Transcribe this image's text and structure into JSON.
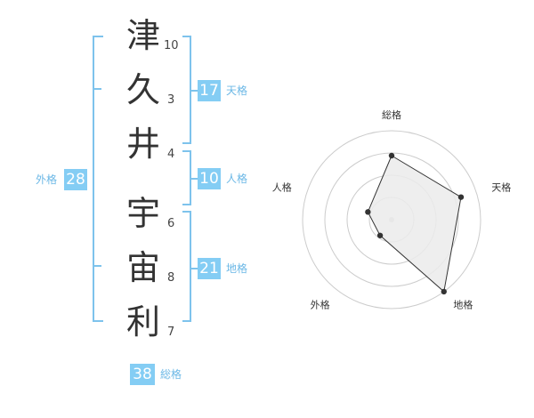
{
  "name": {
    "chars": [
      {
        "char": "津",
        "strokes": "10"
      },
      {
        "char": "久",
        "strokes": "3"
      },
      {
        "char": "井",
        "strokes": "4"
      },
      {
        "char": "宇",
        "strokes": "6"
      },
      {
        "char": "宙",
        "strokes": "8"
      },
      {
        "char": "利",
        "strokes": "7"
      }
    ]
  },
  "kaku": {
    "tenkaku": {
      "value": "17",
      "label": "天格"
    },
    "jinkaku": {
      "value": "10",
      "label": "人格"
    },
    "chikaku": {
      "value": "21",
      "label": "地格"
    },
    "gaikaku": {
      "value": "28",
      "label": "外格"
    },
    "soukaku": {
      "value": "38",
      "label": "総格"
    }
  },
  "chart_data": {
    "type": "radar",
    "axes": [
      "総格",
      "天格",
      "地格",
      "外格",
      "人格"
    ],
    "values": [
      0.72,
      0.82,
      1.0,
      0.22,
      0.28
    ],
    "range": [
      0,
      1
    ],
    "grid_rings": 4,
    "colors": {
      "fill": "#ebebeb",
      "line": "#333333",
      "grid": "#cccccc",
      "accent": "#84cdf4"
    }
  }
}
